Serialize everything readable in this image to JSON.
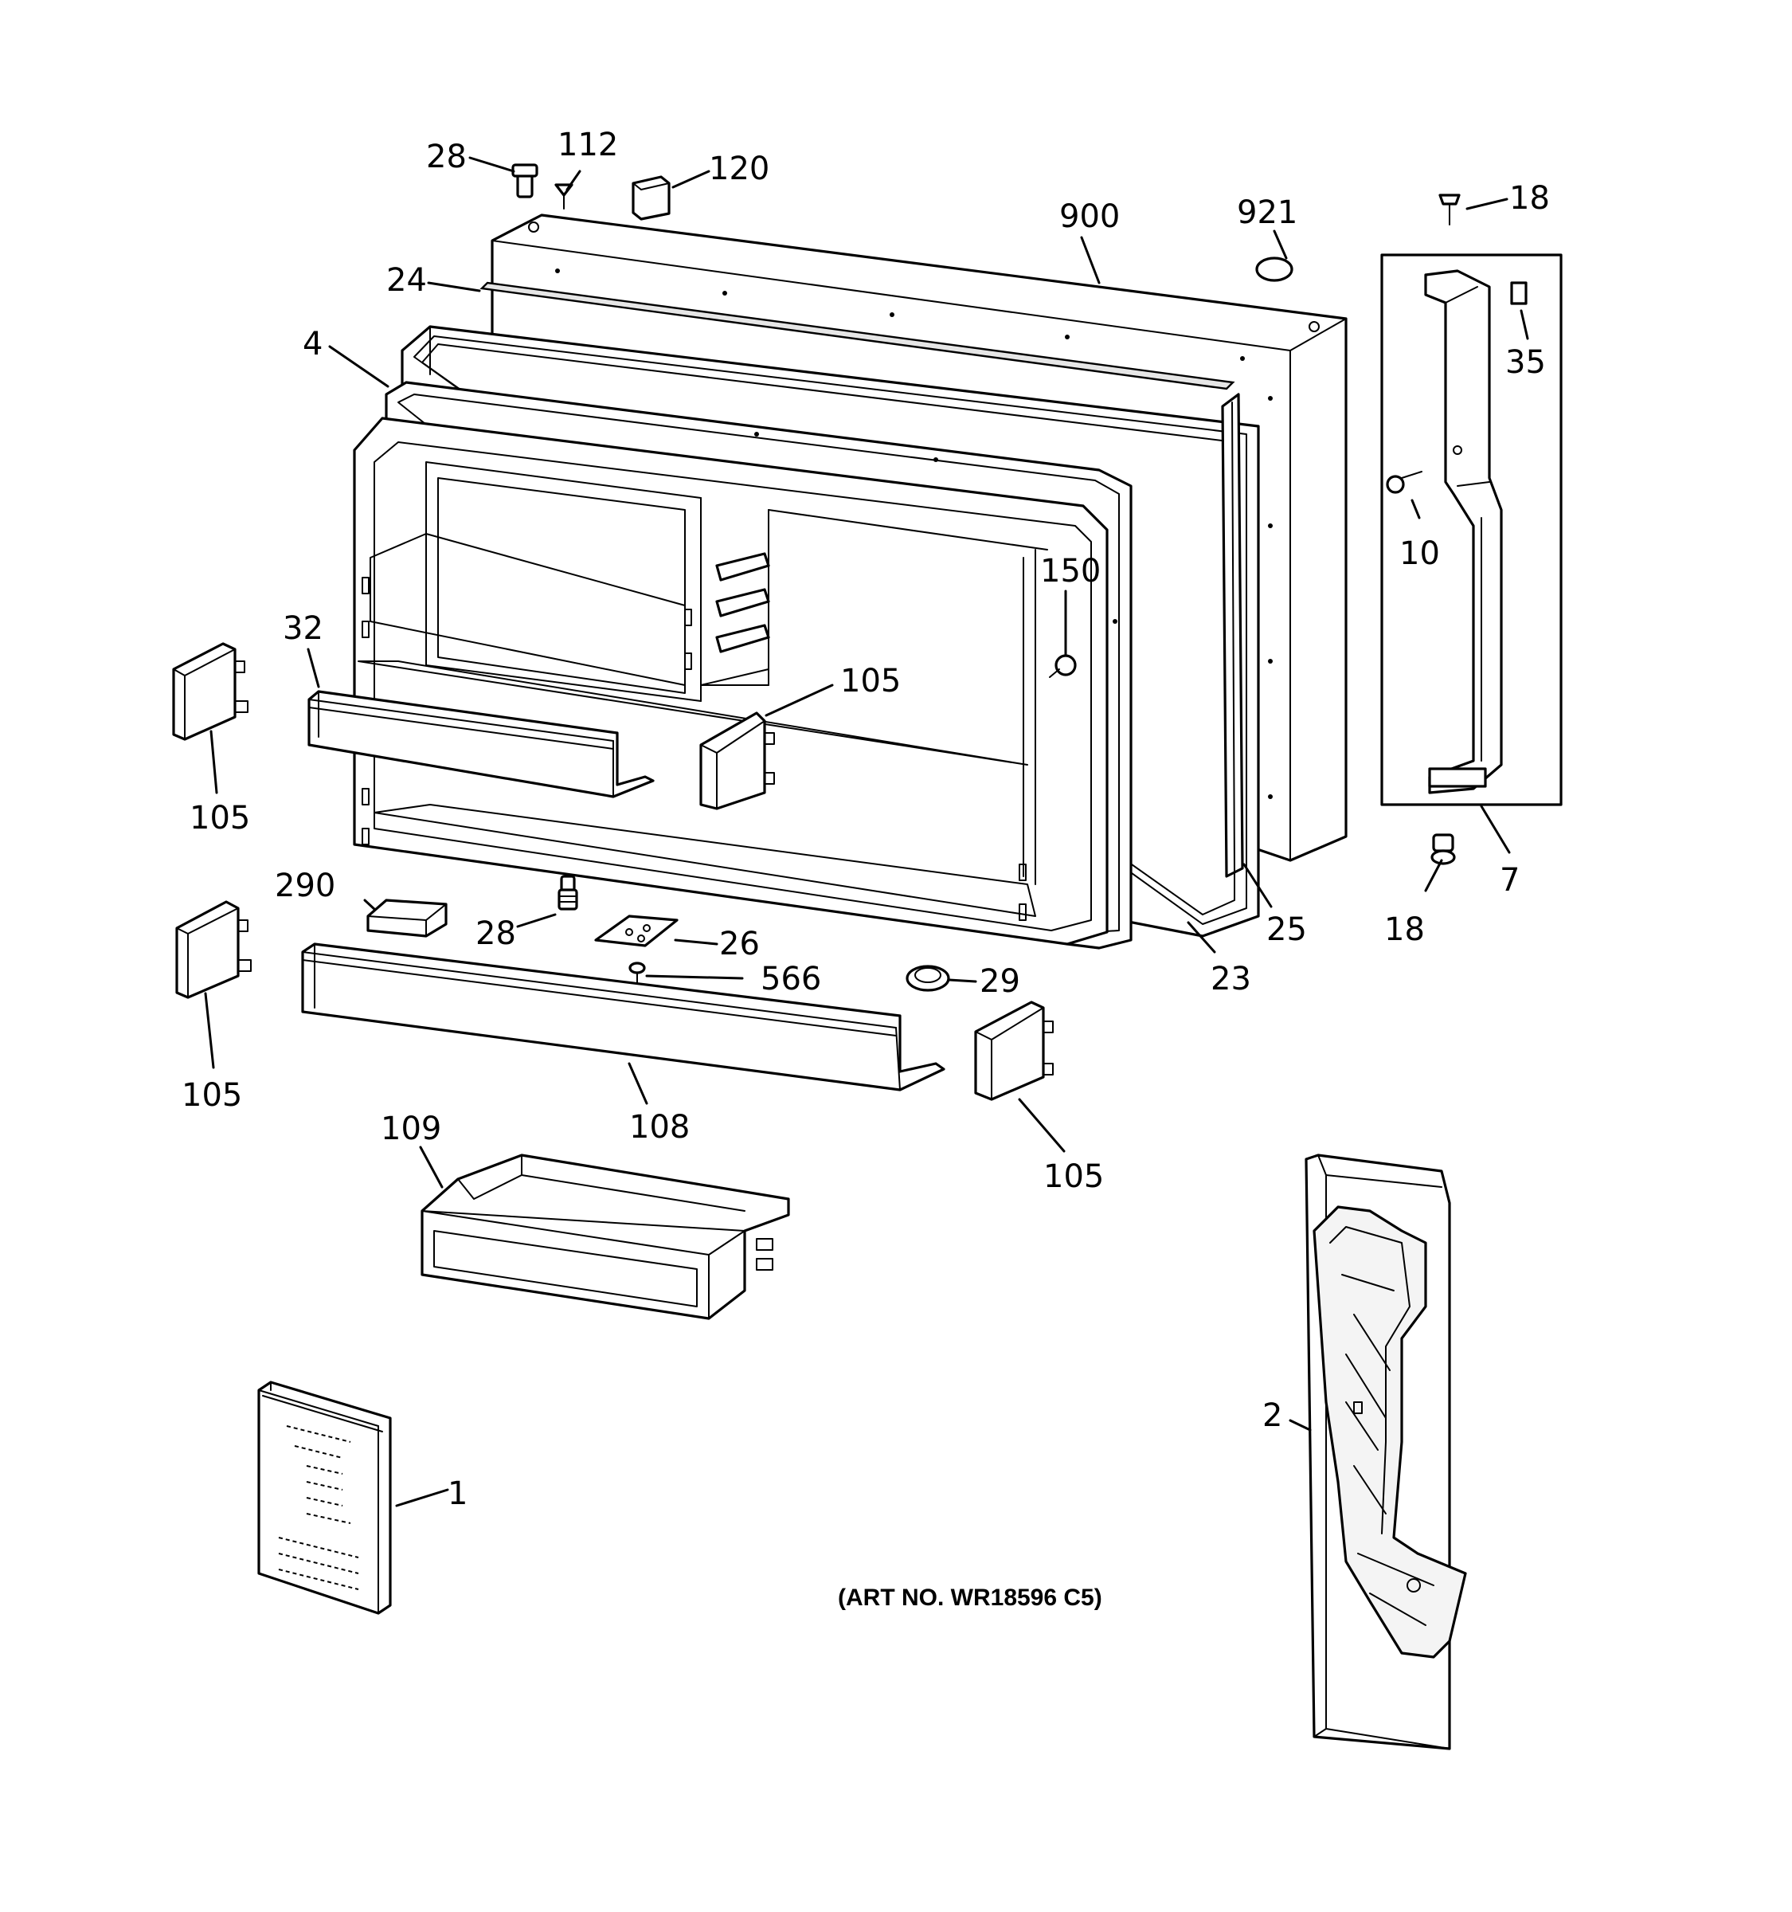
{
  "diagram": {
    "caption": "(ART NO. WR18596 C5)",
    "callouts": {
      "c28_top": "28",
      "c112": "112",
      "c120": "120",
      "c900": "900",
      "c921": "921",
      "c18_top": "18",
      "c24": "24",
      "c4": "4",
      "c35": "35",
      "c10": "10",
      "c150": "150",
      "c32": "32",
      "c105_mid": "105",
      "c105_left_upper": "105",
      "c7": "7",
      "c18_bottom": "18",
      "c290": "290",
      "c28_mid": "28",
      "c26": "26",
      "c25": "25",
      "c23": "23",
      "c566": "566",
      "c29": "29",
      "c105_left_lower": "105",
      "c108": "108",
      "c109": "109",
      "c105_right": "105",
      "c2": "2",
      "c1": "1"
    }
  }
}
